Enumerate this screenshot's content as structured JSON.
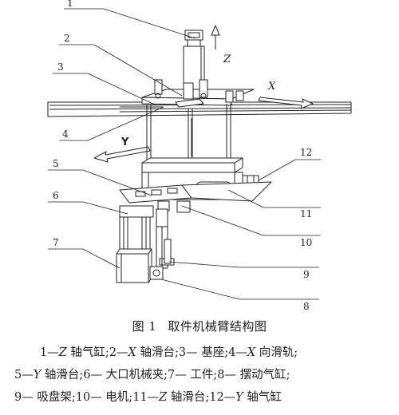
{
  "figure": {
    "callouts": [
      "1",
      "2",
      "3",
      "4",
      "5",
      "6",
      "7",
      "8",
      "9",
      "10",
      "11",
      "12"
    ],
    "axis_labels": {
      "x": "X",
      "y": "Y",
      "z": "Z"
    }
  },
  "caption": {
    "number": "图 1",
    "title": "取件机械臂结构图"
  },
  "legend": {
    "items": [
      {
        "num": "1",
        "axis": "Z",
        "text": " 轴气缸;"
      },
      {
        "num": "2",
        "axis": "X",
        "text": " 轴滑台;"
      },
      {
        "num": "3",
        "axis": "",
        "text": " 基座;"
      },
      {
        "num": "4",
        "axis": "X",
        "text": " 向滑轨;"
      },
      {
        "num": "5",
        "axis": "Y",
        "text": " 轴滑台;"
      },
      {
        "num": "6",
        "axis": "",
        "text": " 大口机械夹;"
      },
      {
        "num": "7",
        "axis": "",
        "text": " 工件;"
      },
      {
        "num": "8",
        "axis": "",
        "text": " 摆动气缸;"
      },
      {
        "num": "9",
        "axis": "",
        "text": " 吸盘架;"
      },
      {
        "num": "10",
        "axis": "",
        "text": " 电机;"
      },
      {
        "num": "11",
        "axis": "Z",
        "text": " 轴滑台;"
      },
      {
        "num": "12",
        "axis": "Y",
        "text": " 轴气缸"
      }
    ]
  }
}
